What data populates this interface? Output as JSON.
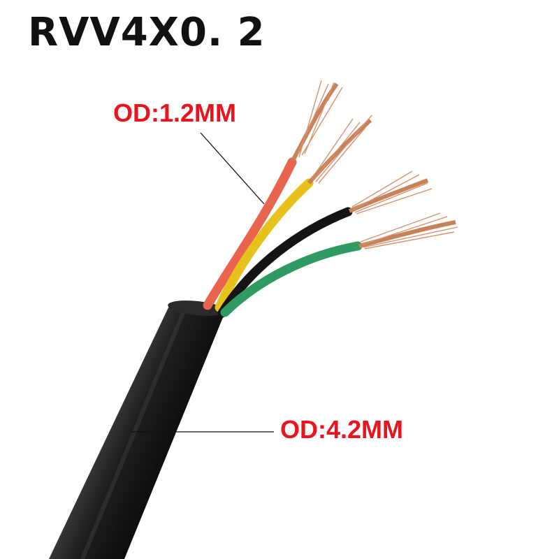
{
  "title": "RVV4X0. 2",
  "callouts": {
    "conductor_od": "OD:1.2MM",
    "sheath_od": "OD:4.2MM"
  },
  "colors": {
    "callout_text": "#e8141e",
    "sheath": "#1b1b1b",
    "copper": "#c8825a",
    "wire_red": "#e8644f",
    "wire_yellow": "#e8c21c",
    "wire_black": "#141414",
    "wire_green": "#2f9a62"
  },
  "wires": [
    "red",
    "yellow",
    "black",
    "green"
  ]
}
